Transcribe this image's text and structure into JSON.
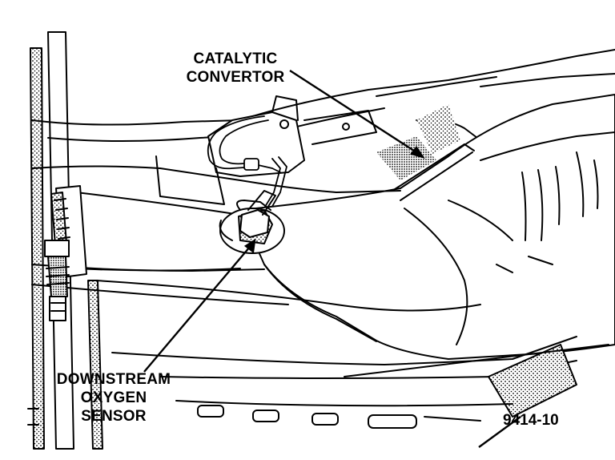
{
  "labels": {
    "catalytic_converter": [
      "CATALYTIC",
      "CONVERTOR"
    ],
    "downstream_oxygen_sensor": [
      "DOWNSTREAM",
      "OXYGEN",
      "SENSOR"
    ]
  },
  "figure_code": "9414-10",
  "colors": {
    "ink": "#000000",
    "paper": "#ffffff"
  }
}
